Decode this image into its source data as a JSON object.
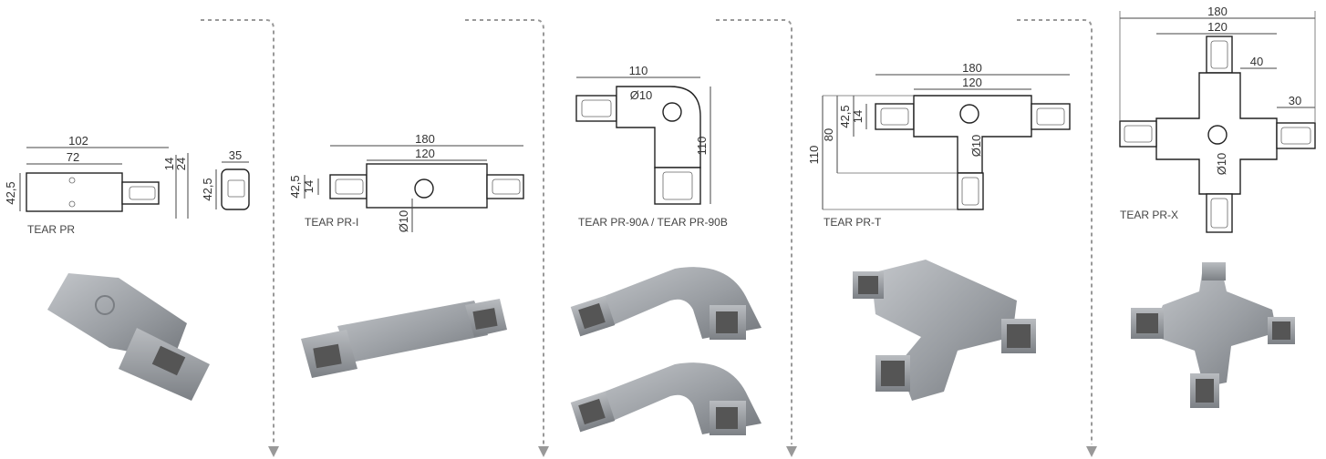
{
  "products": [
    {
      "caption": "TEAR PR",
      "dims": {
        "d102": "102",
        "d72": "72",
        "d14": "14",
        "d24": "24",
        "d42": "42,5",
        "d35": "35",
        "d42b": "42,5"
      }
    },
    {
      "caption": "TEAR PR-I",
      "dims": {
        "d180": "180",
        "d120": "120",
        "d42": "42,5",
        "d14": "14",
        "d10": "Ø10"
      }
    },
    {
      "caption": "TEAR PR-90A / TEAR PR-90B",
      "dims": {
        "d110": "110",
        "d10": "Ø10",
        "d110v": "110"
      }
    },
    {
      "caption": "TEAR PR-T",
      "dims": {
        "d180": "180",
        "d120": "120",
        "d110": "110",
        "d80": "80",
        "d42": "42,5",
        "d14": "14",
        "d10": "Ø10"
      }
    },
    {
      "caption": "TEAR PR-X",
      "dims": {
        "d180": "180",
        "d120": "120",
        "d40": "40",
        "d30": "30",
        "d10": "Ø10"
      }
    }
  ],
  "colors": {
    "separator": "#999999",
    "product": "#9a9ea3",
    "product_dark": "#6f7378"
  }
}
